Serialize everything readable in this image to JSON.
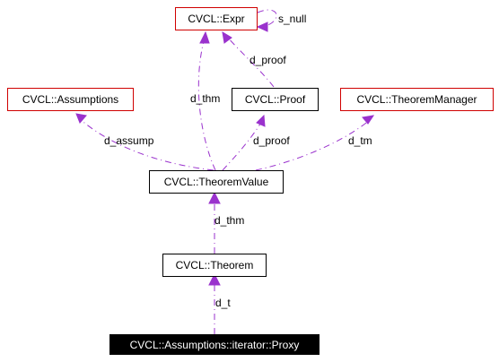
{
  "nodes": {
    "expr": {
      "label": "CVCL::Expr",
      "external": true
    },
    "assumptions": {
      "label": "CVCL::Assumptions",
      "external": true
    },
    "proof": {
      "label": "CVCL::Proof",
      "external": false
    },
    "theorem_manager": {
      "label": "CVCL::TheoremManager",
      "external": true
    },
    "theorem_value": {
      "label": "CVCL::TheoremValue",
      "external": false
    },
    "theorem": {
      "label": "CVCL::Theorem",
      "external": false
    },
    "proxy": {
      "label": "CVCL::Assumptions::iterator::Proxy",
      "external": false,
      "focus": true
    }
  },
  "edges": {
    "expr_self": "s_null",
    "proof_to_expr": "d_proof",
    "theorem_value_to_expr": "d_thm",
    "theorem_value_to_assumptions": "d_assump",
    "theorem_value_to_proof": "d_proof",
    "theorem_value_to_theorem_manager": "d_tm",
    "theorem_to_theorem_value": "d_thm",
    "proxy_to_theorem": "d_t"
  },
  "colors": {
    "edge": "#9a32cd",
    "external_border": "#d00000",
    "node_border": "#000000",
    "focus_fill": "#000000",
    "focus_text": "#ffffff"
  }
}
